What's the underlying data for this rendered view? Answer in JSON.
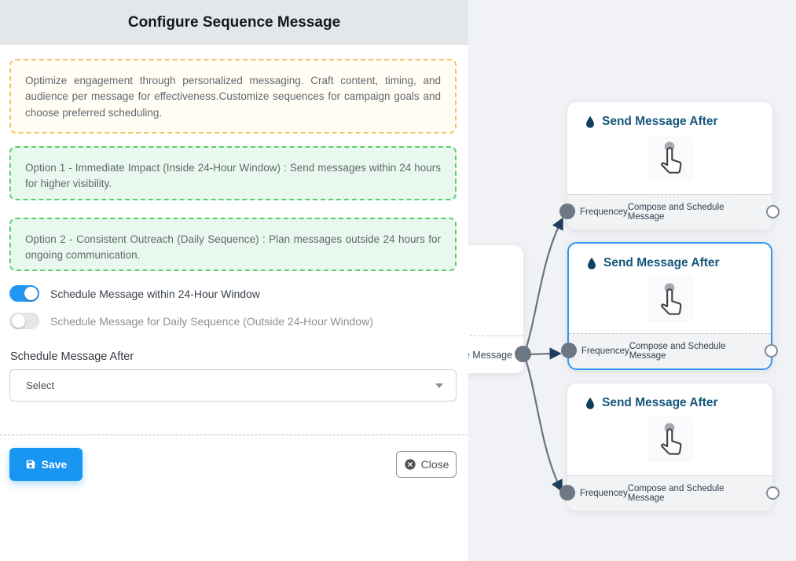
{
  "panel": {
    "title": "Configure Sequence Message",
    "info_text": "Optimize engagement through personalized messaging. Craft content, timing, and audience per message for effectiveness.Customize sequences for campaign goals and choose preferred scheduling.",
    "option1_text": "Option 1 - Immediate Impact (Inside 24-Hour Window) : Send messages within 24 hours for higher visibility.",
    "option2_text": "Option 2 - Consistent Outreach (Daily Sequence) : Plan messages outside 24 hours for ongoing communication.",
    "toggle_24h": {
      "label": "Schedule Message within 24-Hour Window",
      "state": "on"
    },
    "toggle_daily": {
      "label": "Schedule Message for Daily Sequence (Outside 24-Hour Window)",
      "state": "off"
    },
    "schedule_after_label": "Schedule Message After",
    "select_placeholder": "Select",
    "save_label": "Save",
    "close_label": "Close"
  },
  "flow": {
    "partial_node": {
      "visible_footer_text": "ce Message"
    },
    "nodes": [
      {
        "title": "Send Message After",
        "left_label": "Frequencey",
        "right_label": "Compose and Schedule Message",
        "selected": false
      },
      {
        "title": "Send Message After",
        "left_label": "Frequencey",
        "right_label": "Compose and Schedule Message",
        "selected": true
      },
      {
        "title": "Send Message After",
        "left_label": "Frequencey",
        "right_label": "Compose and Schedule Message",
        "selected": false
      }
    ]
  },
  "colors": {
    "accent_blue": "#1795f0",
    "toggle_on_blue": "#2196f3",
    "selected_node_border": "#2f94f5",
    "node_title": "#15577c",
    "edge_gray": "#6b7280",
    "arrowhead_navy": "#1d3d5c",
    "info_border_yellow": "#f2c266",
    "option_border_green": "#58d06a",
    "header_bg": "#e3e7ea",
    "flow_bg": "#f0f2f5"
  }
}
